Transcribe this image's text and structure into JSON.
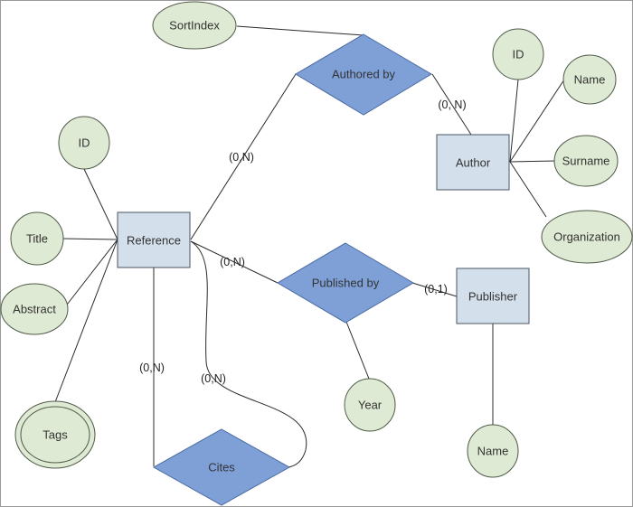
{
  "entities": {
    "reference": "Reference",
    "author": "Author",
    "publisher": "Publisher"
  },
  "relationships": {
    "authored_by": "Authored by",
    "published_by": "Published by",
    "cites": "Cites"
  },
  "attributes": {
    "sort_index": "SortIndex",
    "author_id": "ID",
    "author_name": "Name",
    "author_surname": "Surname",
    "author_organization": "Organization",
    "reference_id": "ID",
    "reference_title": "Title",
    "reference_abstract": "Abstract",
    "reference_tags": "Tags",
    "year": "Year",
    "publisher_name": "Name"
  },
  "cardinalities": {
    "reference_authored": "(0,N)",
    "author_authored": "(0, N)",
    "reference_published": "(0,N)",
    "publisher_published": "(0,1)",
    "reference_cites_a": "(0,N)",
    "reference_cites_b": "(0,N)"
  },
  "colors": {
    "entity_fill": "#d3dfea",
    "relationship_fill": "#7ea0d7",
    "attribute_fill": "#deead3"
  }
}
